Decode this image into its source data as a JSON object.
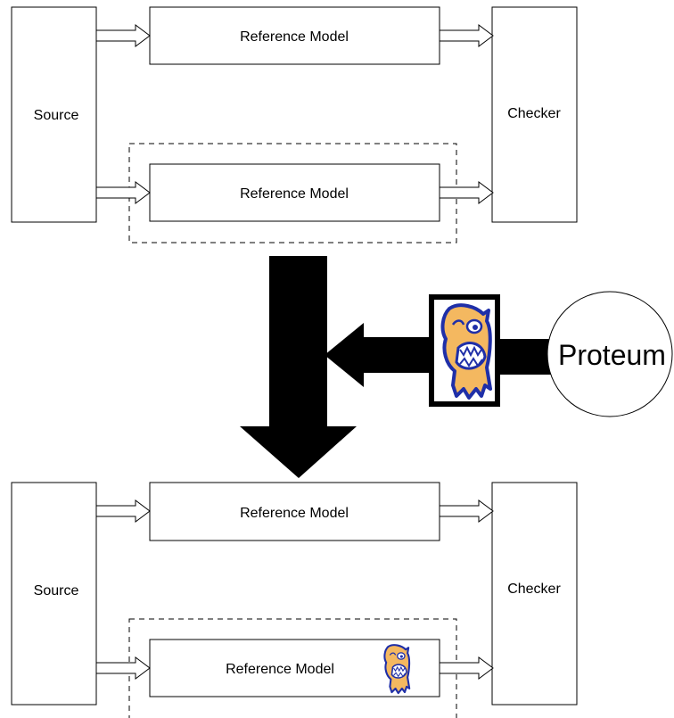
{
  "diagram": {
    "top": {
      "source": "Source",
      "checker": "Checker",
      "model_a": "Reference Model",
      "model_b": "Reference Model"
    },
    "bottom": {
      "source": "Source",
      "checker": "Checker",
      "model_a": "Reference Model",
      "model_b": "Reference Model"
    },
    "tool": "Proteum"
  },
  "icons": {
    "mutant": "monster-icon",
    "mutant_small": "monster-icon"
  },
  "colors": {
    "monster_body": "#F4B860",
    "monster_outline": "#1F2FA8",
    "stroke": "#000000"
  }
}
